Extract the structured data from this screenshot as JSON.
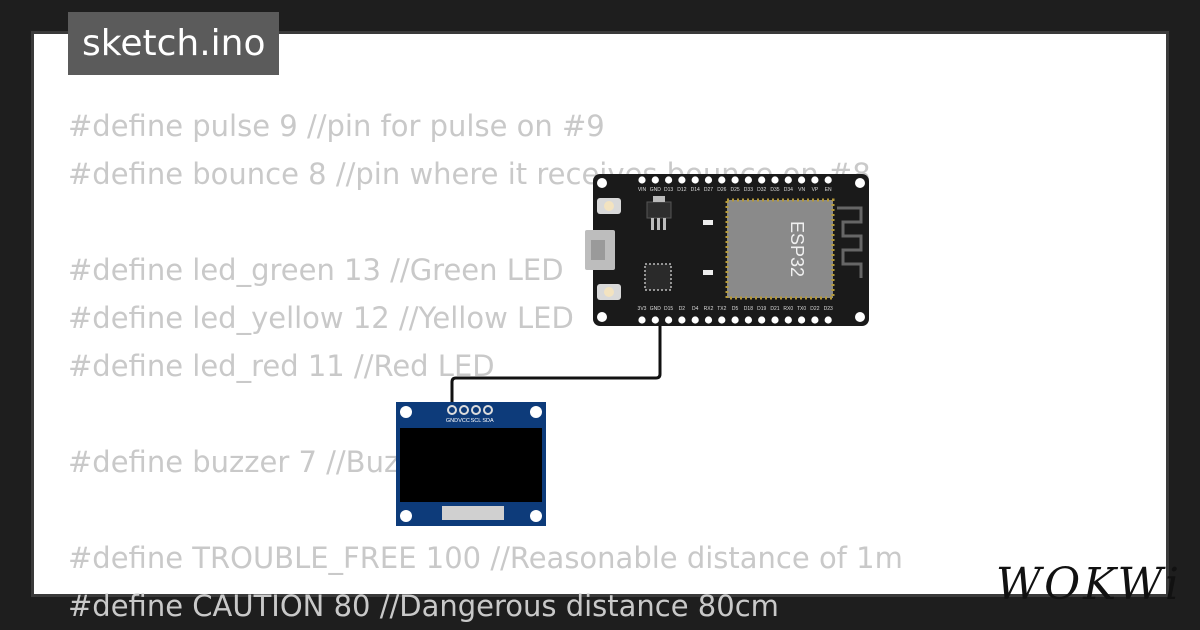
{
  "tab": {
    "title": "sketch.ino"
  },
  "code_lines": [
    "#define pulse 9 //pin for pulse on #9",
    "#define bounce 8 //pin where it receives bounce on #8",
    "",
    "#define led_green 13 //Green LED",
    "#define led_yellow 12 //Yellow LED",
    "#define led_red 11 //Red LED",
    "",
    "#define buzzer 7 //Buzzer",
    "",
    "#define TROUBLE_FREE 100 //Reasonable distance of 1m",
    "#define CAUTION 80 //Dangerous distance 80cm"
  ],
  "esp32": {
    "chip_label": "ESP32",
    "top_pins": [
      "VIN",
      "GND",
      "D13",
      "D12",
      "D14",
      "D27",
      "D26",
      "D25",
      "D33",
      "D32",
      "D35",
      "D34",
      "VN",
      "VP",
      "EN"
    ],
    "bottom_pins": [
      "3V3",
      "GND",
      "D15",
      "D2",
      "D4",
      "RX2",
      "TX2",
      "D5",
      "D18",
      "D19",
      "D21",
      "RX0",
      "TX0",
      "D22",
      "D23"
    ]
  },
  "oled": {
    "pins": [
      "GND",
      "VCC",
      "SCL",
      "SDA"
    ]
  },
  "brand": {
    "logo": "WOKWi"
  },
  "colors": {
    "background": "#1e1e1e",
    "card": "#ffffff",
    "tab": "#5b5b5b",
    "code_text": "#c9c9c9",
    "board": "#1a1a1a",
    "oled_pcb": "#0d3b7a",
    "chip": "#8a8a8a"
  }
}
